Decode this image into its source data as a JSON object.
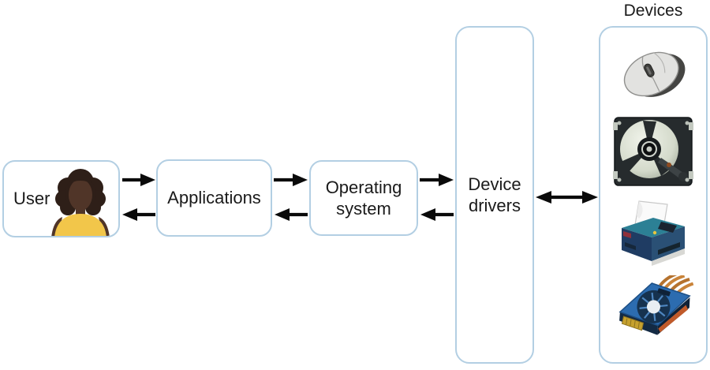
{
  "boxes": {
    "user": {
      "label": "User"
    },
    "applications": {
      "label": "Applications"
    },
    "operating_system": {
      "label": "Operating system"
    },
    "device_drivers": {
      "label": "Device drivers"
    },
    "devices": {
      "label": "Devices"
    }
  },
  "device_icons": [
    {
      "icon": "computer-mouse-icon"
    },
    {
      "icon": "hard-disk-drive-icon"
    },
    {
      "icon": "printer-icon"
    },
    {
      "icon": "graphics-card-icon"
    }
  ],
  "flow": {
    "arrows": [
      {
        "from": "user",
        "to": "applications",
        "direction": "right"
      },
      {
        "from": "applications",
        "to": "user",
        "direction": "left"
      },
      {
        "from": "applications",
        "to": "operating_system",
        "direction": "right"
      },
      {
        "from": "operating_system",
        "to": "applications",
        "direction": "left"
      },
      {
        "from": "operating_system",
        "to": "device_drivers",
        "direction": "right"
      },
      {
        "from": "device_drivers",
        "to": "operating_system",
        "direction": "left"
      },
      {
        "from": "device_drivers",
        "to": "devices",
        "direction": "both"
      }
    ]
  },
  "colors": {
    "box-border": "#b3cfe3",
    "box-fill": "#ffffff",
    "arrow": "#0a0a0a",
    "text": "#1a1a1a",
    "avatar-hair": "#2e1f18",
    "avatar-skin": "#503528",
    "avatar-shirt": "#f2c64a"
  }
}
